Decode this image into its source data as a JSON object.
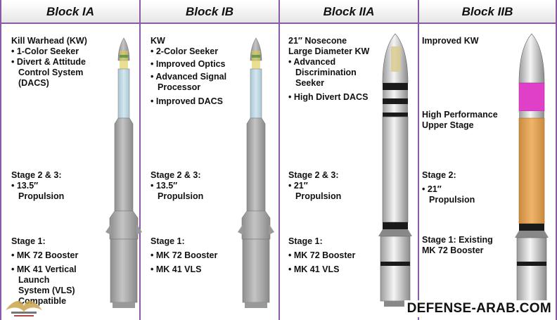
{
  "columns": [
    {
      "header": "Block IA",
      "top_lines": [
        "Kill Warhead (KW)",
        "• 1-Color Seeker",
        "• Divert & Attitude",
        "Control System",
        "(DACS)"
      ],
      "mid_lines": [
        "Stage 2 & 3:",
        "• 13.5″",
        "Propulsion"
      ],
      "bot_lines": [
        "Stage 1:",
        "• MK 72 Booster",
        "• MK 41 Vertical",
        "Launch",
        "System (VLS)",
        "Compatible"
      ]
    },
    {
      "header": "Block IB",
      "top_lines": [
        "KW",
        "• 2-Color Seeker",
        "• Improved Optics",
        "• Advanced Signal",
        "Processor",
        "• Improved DACS"
      ],
      "mid_lines": [
        "Stage 2 & 3:",
        "• 13.5″",
        "Propulsion"
      ],
      "bot_lines": [
        "Stage 1:",
        "• MK 72 Booster",
        "• MK 41 VLS"
      ]
    },
    {
      "header": "Block IIA",
      "top_lines": [
        "21″ Nosecone",
        "Large Diameter KW",
        "• Advanced",
        "Discrimination",
        "Seeker",
        "• High Divert DACS"
      ],
      "mid_lines": [
        "Stage 2 & 3:",
        "• 21″",
        "Propulsion"
      ],
      "bot_lines": [
        "Stage 1:",
        "• MK 72 Booster",
        "• MK 41 VLS"
      ]
    },
    {
      "header": "Block IIB",
      "top_lines": [
        "Improved KW"
      ],
      "mid_lines": [
        "High Performance",
        "Upper Stage"
      ],
      "stage2_lines": [
        "Stage 2:",
        "• 21″",
        "Propulsion"
      ],
      "bot_lines": [
        "Stage 1: Existing",
        "MK 72 Booster"
      ]
    }
  ],
  "watermark": "DEFENSE-ARAB.COM",
  "colors": {
    "border": "#8a5aa8",
    "missile_gray": "#a9a9a9",
    "seeker_window": "#bcd6e2",
    "pink_section": "#e040c8",
    "orange_section": "#e8a65a",
    "dark_band": "#1a1a1a"
  }
}
